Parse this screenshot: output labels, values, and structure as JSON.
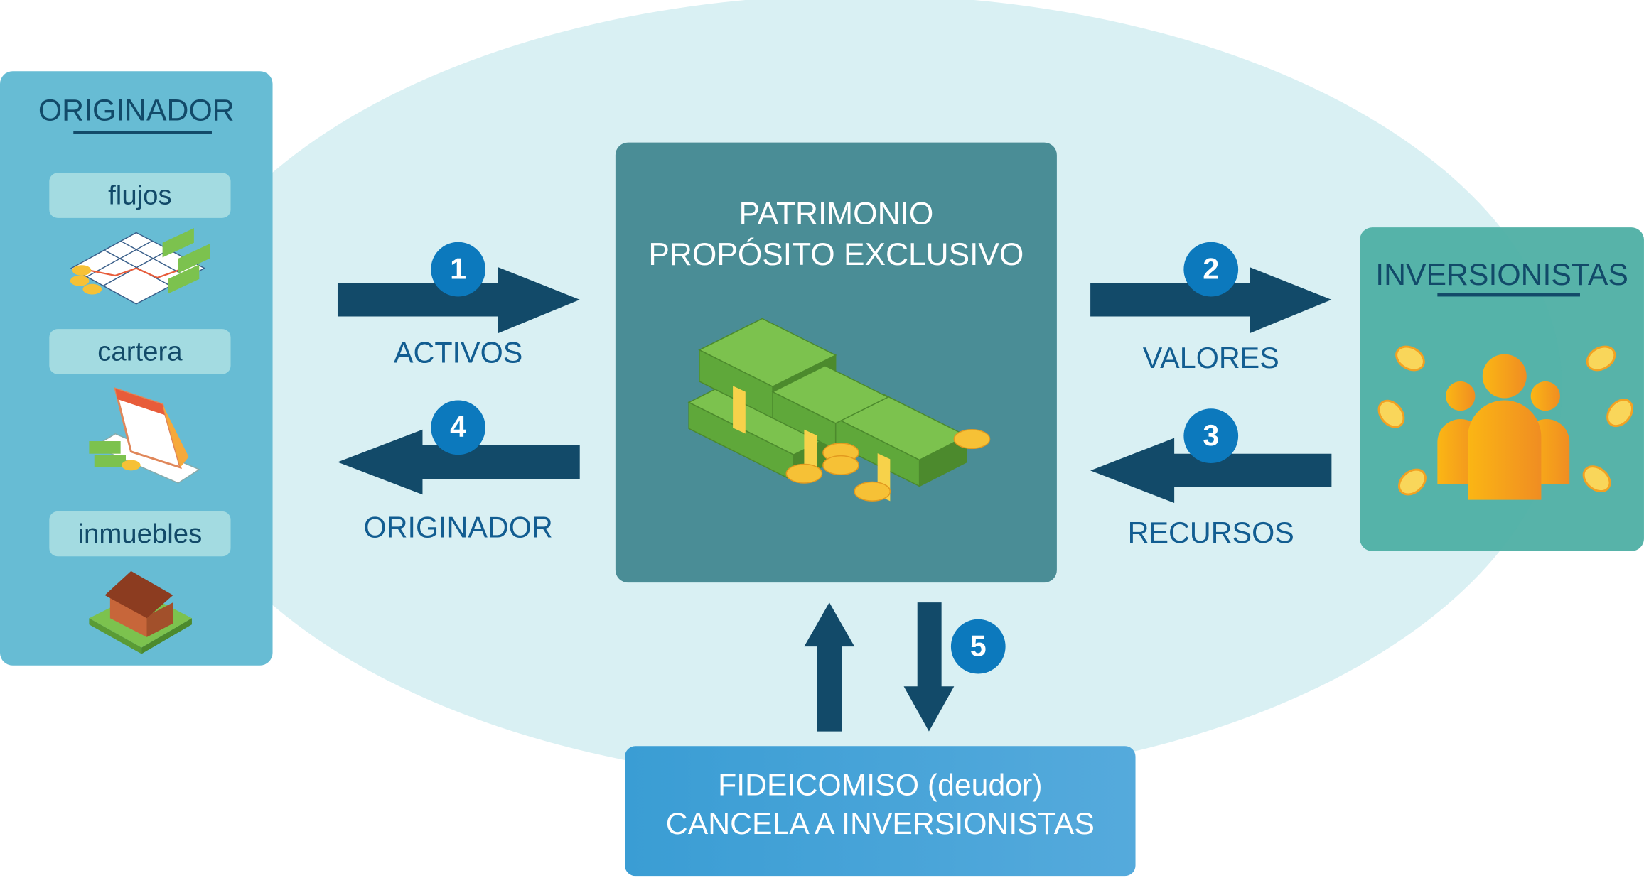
{
  "colors": {
    "arrow": "#124a69",
    "step_circle": "#0c79bd",
    "ellipse": "#d9f0f3",
    "originador_panel": "#67bcd4",
    "patrimonio_box": "#4a8d96",
    "inversionistas_panel": "#4eafa4",
    "fideicomiso_box": "#3a9dd4"
  },
  "originador": {
    "title": "ORIGINADOR",
    "items": [
      {
        "label": "flujos",
        "icon": "cash-flow-chart-icon"
      },
      {
        "label": "cartera",
        "icon": "calendar-portfolio-icon"
      },
      {
        "label": "inmuebles",
        "icon": "house-money-icon"
      }
    ]
  },
  "patrimonio": {
    "line1": "PATRIMONIO",
    "line2": "PROPÓSITO EXCLUSIVO",
    "icon": "money-stacks-icon"
  },
  "inversionistas": {
    "title": "INVERSIONISTAS",
    "icon": "investors-group-icon"
  },
  "fideicomiso": {
    "line1": "FIDEICOMISO (deudor)",
    "line2": "CANCELA A INVERSIONISTAS"
  },
  "flows": [
    {
      "step": "1",
      "label": "ACTIVOS"
    },
    {
      "step": "2",
      "label": "VALORES"
    },
    {
      "step": "3",
      "label": "RECURSOS"
    },
    {
      "step": "4",
      "label": "ORIGINADOR"
    },
    {
      "step": "5",
      "label": ""
    }
  ]
}
